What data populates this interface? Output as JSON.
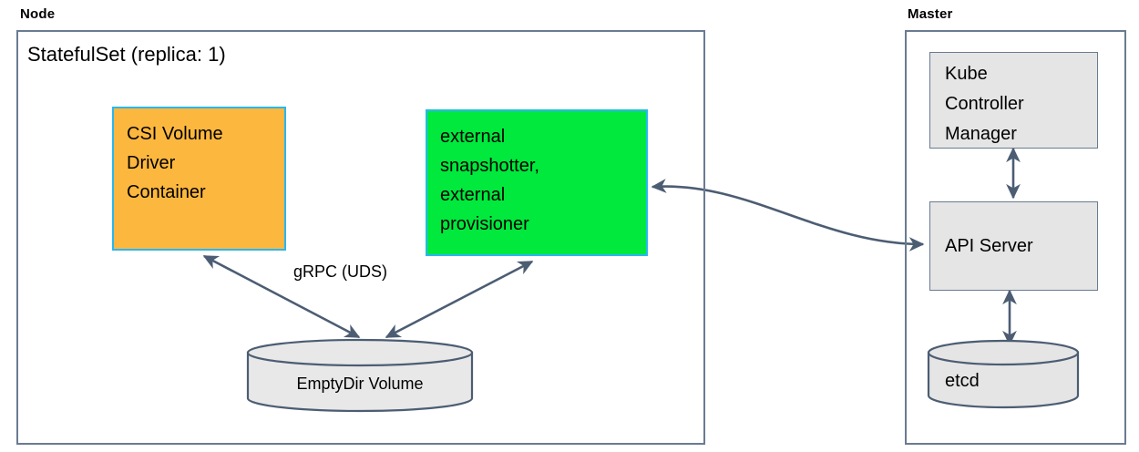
{
  "diagram": {
    "type": "architecture-diagram",
    "title_visible": false,
    "colors": {
      "node_border": "#6a7b91",
      "component_border": "#29b6f2",
      "csi_driver_fill": "#fcb73e",
      "external_sidecars_fill": "#00e93c",
      "master_component_fill": "#e5e5e5",
      "arrow": "#4c5d73"
    }
  },
  "node_group": {
    "label": "Node",
    "statefulset_title": "StatefulSet (replica: 1)",
    "csi_driver": {
      "lines": [
        "CSI Volume",
        "Driver",
        "Container"
      ]
    },
    "external_sidecars": {
      "lines": [
        "external",
        "snapshotter,",
        "external",
        "provisioner"
      ]
    },
    "emptydir_volume": {
      "label": "EmptyDir Volume"
    },
    "grpc_edge_label": "gRPC (UDS)"
  },
  "master_group": {
    "label": "Master",
    "kube_controller_manager": {
      "lines": [
        "Kube",
        "Controller",
        "Manager"
      ]
    },
    "api_server": {
      "label": "API Server"
    },
    "etcd": {
      "label": "etcd"
    }
  },
  "edges": [
    {
      "from": "csi-volume-driver-container",
      "to": "emptydir-volume",
      "label": "gRPC (UDS)",
      "arrowheads": "both"
    },
    {
      "from": "external-sidecars",
      "to": "emptydir-volume",
      "label": "",
      "arrowheads": "both"
    },
    {
      "from": "external-sidecars",
      "to": "api-server",
      "label": "",
      "arrowheads": "both"
    },
    {
      "from": "kube-controller-manager",
      "to": "api-server",
      "label": "",
      "arrowheads": "both"
    },
    {
      "from": "api-server",
      "to": "etcd",
      "label": "",
      "arrowheads": "both"
    }
  ]
}
